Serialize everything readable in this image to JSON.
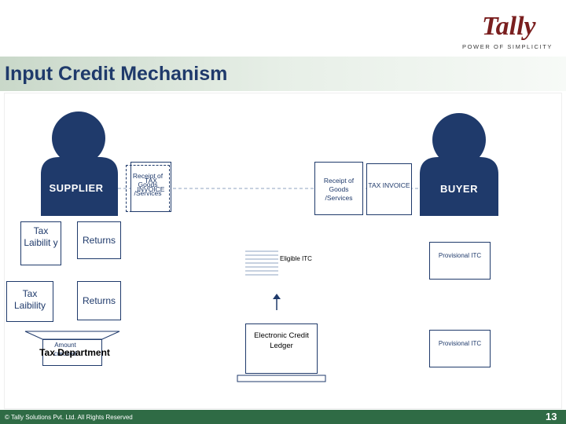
{
  "header": {
    "brand": "Tally",
    "tagline": "POWER OF SIMPLICITY",
    "title": "Input Credit Mechanism"
  },
  "diagram": {
    "supplier_label": "SUPPLIER",
    "buyer_label": "BUYER",
    "doc_receipt_front": "Receipt of Goods /Services",
    "doc_invoice_back": "TAX INVOICE",
    "doc_receipt_right": "Receipt of Goods /Services",
    "doc_tax_invoice_right": "TAX INVOICE",
    "tax_liability_1": "Tax Laibilit y",
    "returns_1": "Returns",
    "tax_liability_2": "Tax Laibility",
    "returns_2": "Returns",
    "amount_credited": "Amount credited",
    "tax_department": "Tax Department",
    "eligible_itc": "Eligible ITC",
    "provisional_itc_1": "Provisional ITC",
    "electronic_credit_ledger": "Electronic Credit Ledger",
    "provisional_itc_2": "Provisional ITC"
  },
  "colors": {
    "navy": "#1f3a6b",
    "footer_green": "#2f6b45"
  },
  "footer": {
    "copyright": "© Tally Solutions Pvt. Ltd. All Rights Reserved",
    "page_number": "13"
  }
}
